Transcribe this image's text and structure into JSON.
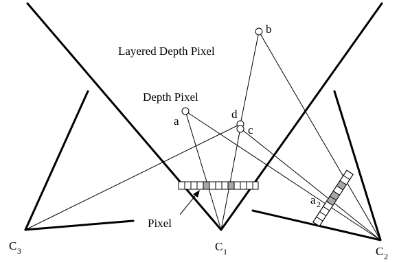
{
  "labels": {
    "layered_depth_pixel": "Layered Depth Pixel",
    "depth_pixel": "Depth Pixel",
    "pixel": "Pixel",
    "point_a": "a",
    "point_b": "b",
    "point_c": "c",
    "point_d": "d",
    "a2_main": "a",
    "a2_sub": "2",
    "c1_main": "C",
    "c1_sub": "1",
    "c2_main": "C",
    "c2_sub": "2",
    "c3_main": "C",
    "c3_sub": "3"
  },
  "colors": {
    "line": "#000000",
    "shaded_cell": "#a6a6a6",
    "background": "#ffffff"
  }
}
